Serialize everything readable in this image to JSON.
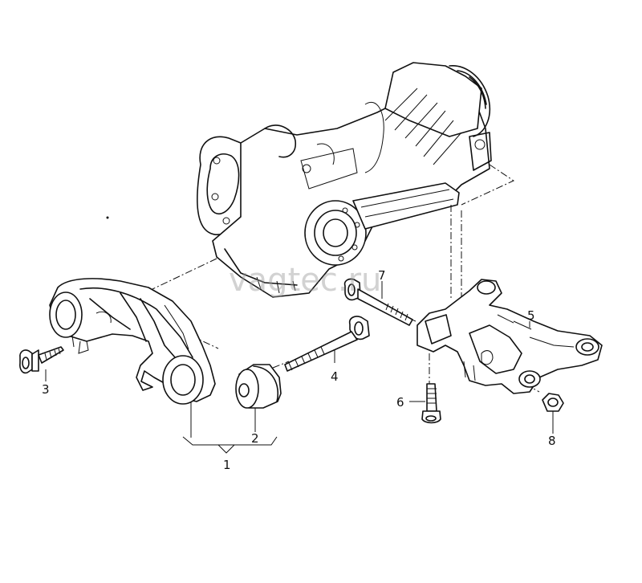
{
  "diagram": {
    "watermark": "vagtec.ru",
    "callouts": [
      "1",
      "2",
      "3",
      "4",
      "5",
      "6",
      "7",
      "8"
    ]
  }
}
